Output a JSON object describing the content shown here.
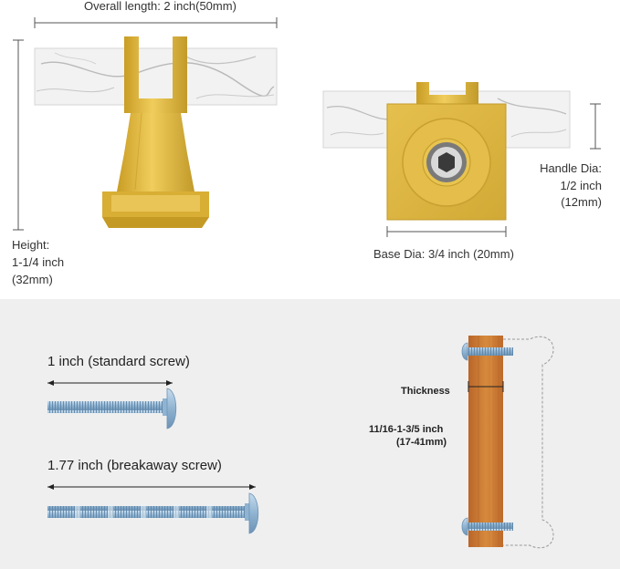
{
  "colors": {
    "gold": "#d9b23a",
    "gold_dark": "#b8921e",
    "marble": "#f1f1f1",
    "screw": "#9cc0dc",
    "wood": "#c8762e",
    "panel_bg": "#efefef"
  },
  "labels": {
    "overall_length": "Overall length: 2 inch(50mm)",
    "height_title": "Height:",
    "height_value": "1-1/4 inch",
    "height_mm": "(32mm)",
    "base_dia": "Base Dia: 3/4 inch (20mm)",
    "handle_title": "Handle Dia:",
    "handle_value": "1/2 inch",
    "handle_mm": "(12mm)",
    "standard_screw": "1 inch (standard screw)",
    "breakaway_screw": "1.77 inch (breakaway screw)",
    "thickness": "Thickness",
    "thickness_range": "11/16-1-3/5 inch",
    "thickness_mm": "(17-41mm)"
  }
}
